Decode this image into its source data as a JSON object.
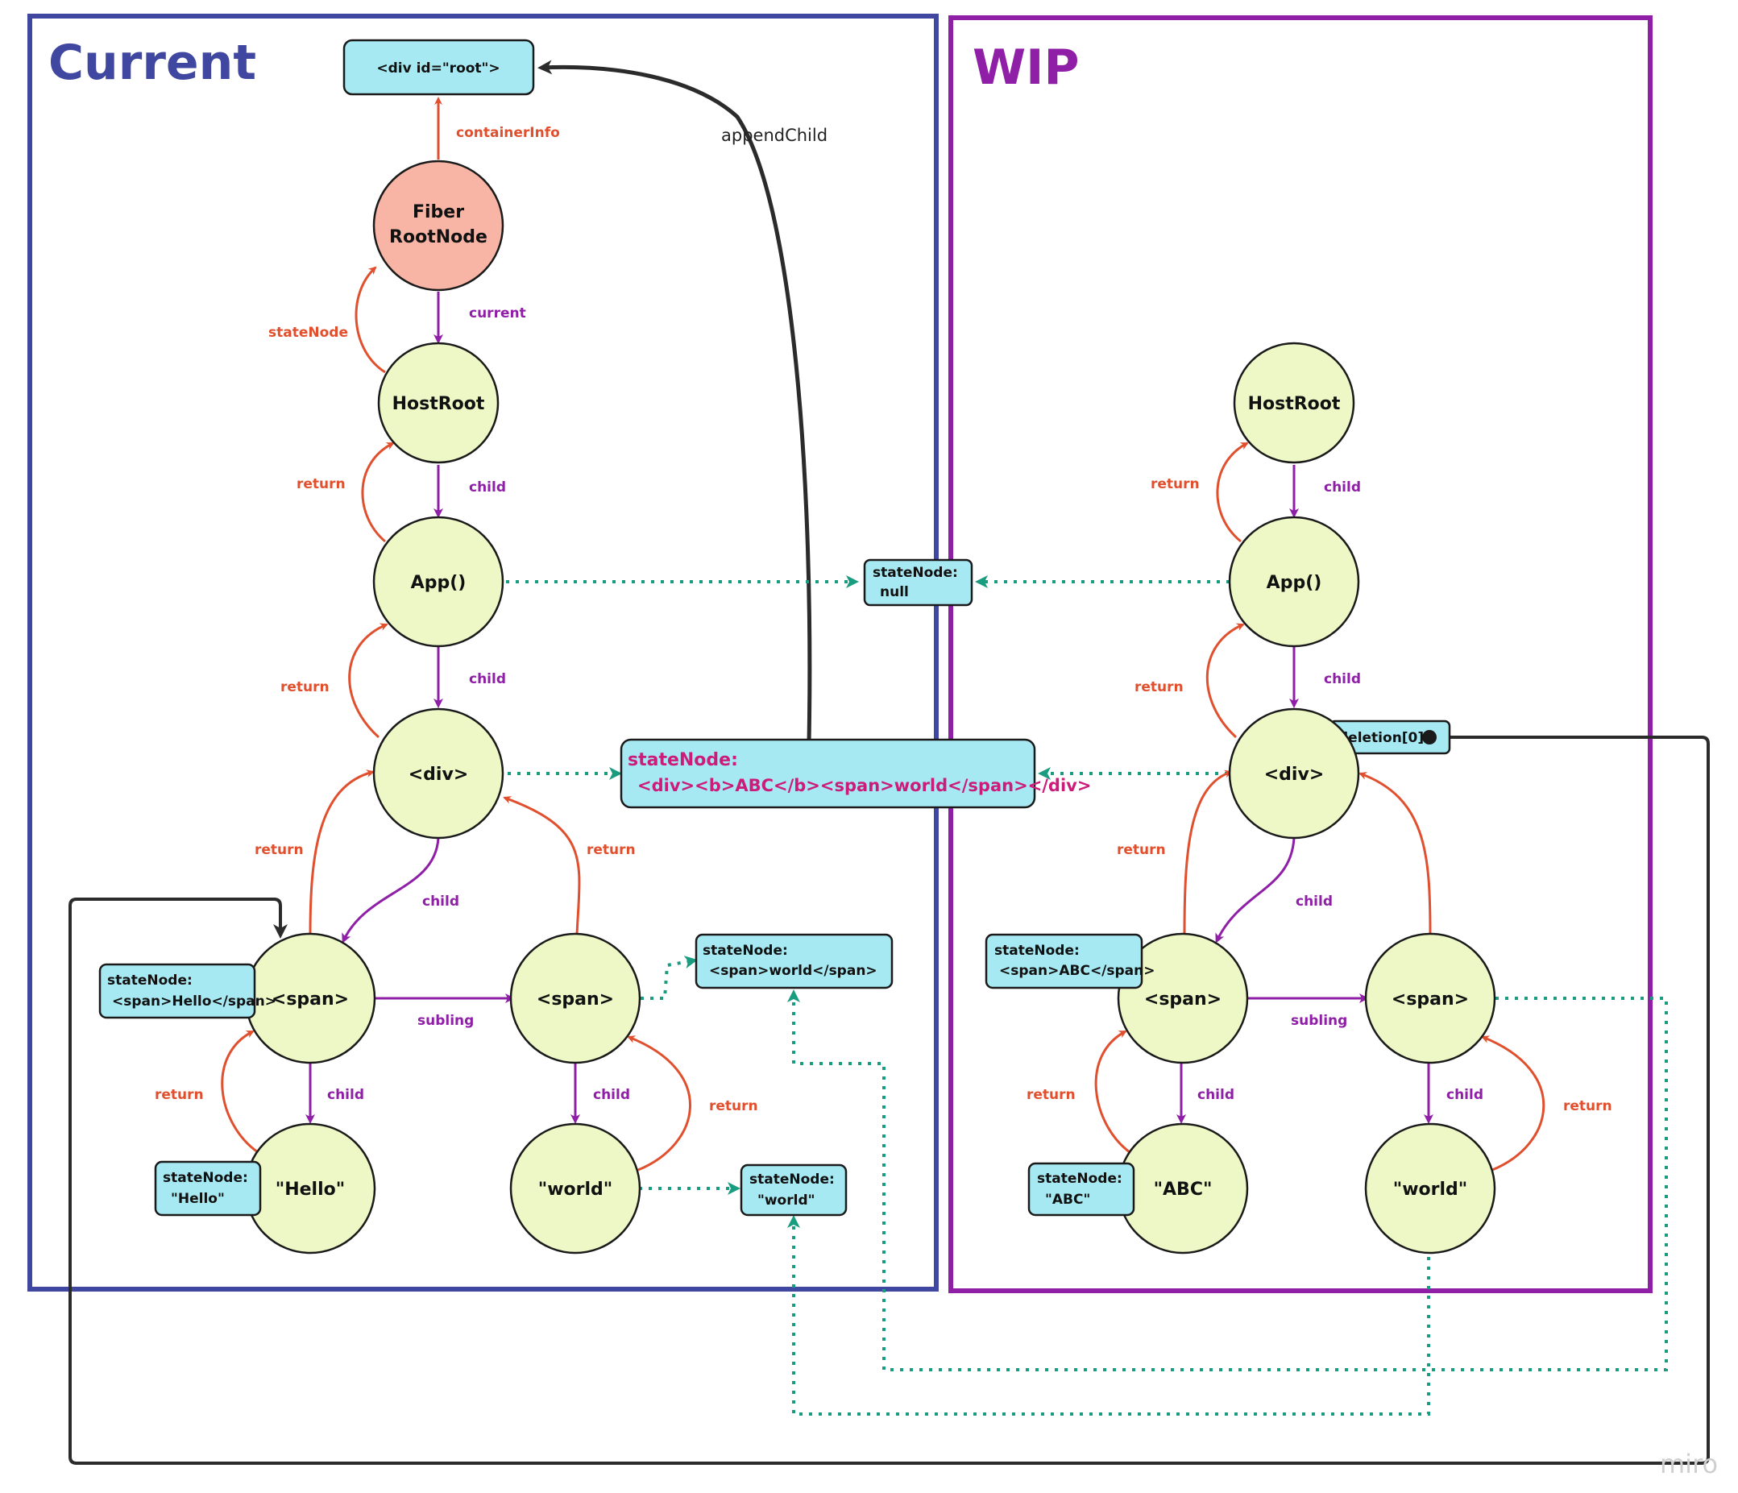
{
  "regions": {
    "current_title": "Current",
    "wip_title": "WIP"
  },
  "colors": {
    "current_frame": "#3f47a0",
    "wip_frame": "#8e1fa6",
    "node_fill": "#eef8c6",
    "root_fill": "#f8b5a6",
    "box_fill": "#a7e9f2",
    "return_edge": "#e0502e",
    "child_edge": "#8e1fa6",
    "dotted_edge": "#1a9c80",
    "dark_edge": "#2b2b2b",
    "highlight_text": "#cc1c7a"
  },
  "current": {
    "root_container": "<div id=\"root\">",
    "fiber_root": [
      "Fiber",
      "RootNode"
    ],
    "host_root": "HostRoot",
    "app": "App()",
    "div": "<div>",
    "span_left": "<span>",
    "span_right": "<span>",
    "text_hello": "\"Hello\"",
    "text_world": "\"world\"",
    "box_span_hello": [
      "stateNode:",
      "<span>Hello</span>"
    ],
    "box_text_hello": [
      "stateNode:",
      "\"Hello\""
    ],
    "box_span_world": [
      "stateNode:",
      "<span>world</span>"
    ],
    "box_text_world": [
      "stateNode:",
      "\"world\""
    ]
  },
  "shared": {
    "app_state": [
      "stateNode:",
      "null"
    ],
    "div_state": [
      "stateNode:",
      "<div><b>ABC</b><span>world</span></div>"
    ],
    "append_child": "appendChild"
  },
  "wip": {
    "host_root": "HostRoot",
    "app": "App()",
    "div": "<div>",
    "span_left": "<span>",
    "span_right": "<span>",
    "text_abc": "\"ABC\"",
    "text_world": "\"world\"",
    "box_span_abc": [
      "stateNode:",
      "<span>ABC</span>"
    ],
    "box_text_abc": [
      "stateNode:",
      "\"ABC\""
    ],
    "deletion": "deletion[0]:"
  },
  "edge_labels": {
    "container_info": "containerInfo",
    "current": "current",
    "state_node": "stateNode",
    "return": "return",
    "child": "child",
    "subling": "subling"
  },
  "watermark": "miro"
}
